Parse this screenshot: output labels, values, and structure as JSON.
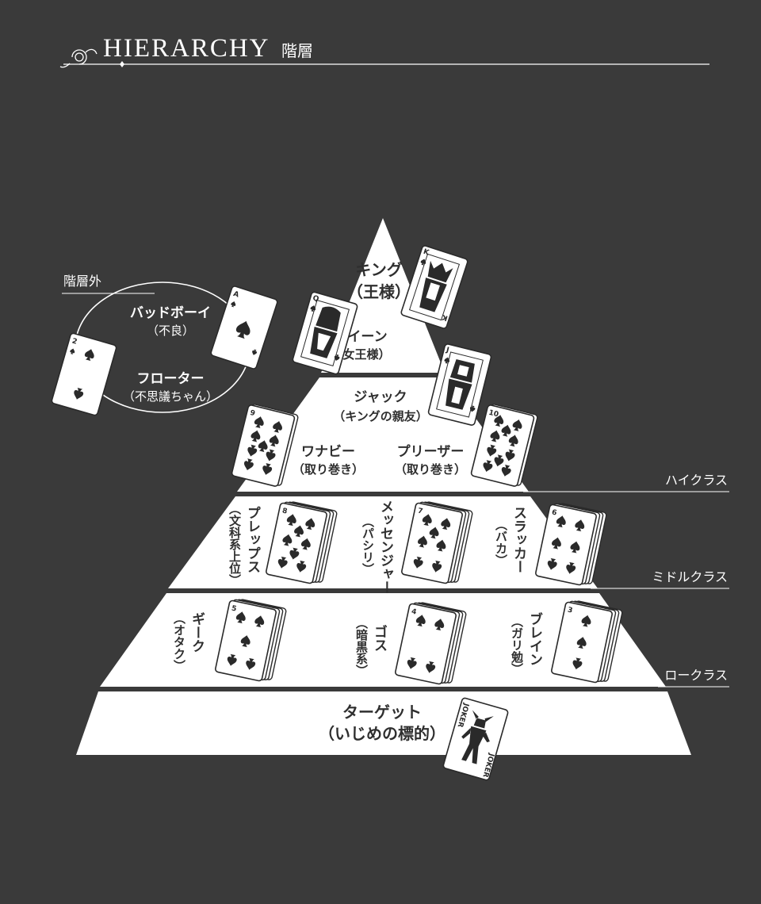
{
  "header": {
    "title": "HIERARCHY",
    "subtitle": "階層"
  },
  "outside": {
    "label": "階層外",
    "badboy": {
      "name": "バッドボーイ",
      "desc": "（不良）"
    },
    "floater": {
      "name": "フローター",
      "desc": "（不思議ちゃん）"
    }
  },
  "tiers": {
    "king": {
      "name": "キング",
      "desc": "（王様）"
    },
    "queen": {
      "name": "クイーン",
      "desc": "（女王様）"
    },
    "jack": {
      "name": "ジャック",
      "desc": "（キングの親友）"
    },
    "wannabe": {
      "name": "ワナビー",
      "desc": "（取り巻き）"
    },
    "pleaser": {
      "name": "プリーザー",
      "desc": "（取り巻き）"
    },
    "preps": {
      "name": "プレップス",
      "desc": "（文科系上位）"
    },
    "messenger": {
      "name": "メッセンジャー",
      "desc": "（パシリ）"
    },
    "slacker": {
      "name": "スラッカー",
      "desc": "（バカ）"
    },
    "geek": {
      "name": "ギーク",
      "desc": "（オタク）"
    },
    "goth": {
      "name": "ゴス",
      "desc": "（暗黒系）"
    },
    "brain": {
      "name": "ブレイン",
      "desc": "（ガリ勉）"
    },
    "target": {
      "name": "ターゲット",
      "desc": "（いじめの標的）"
    }
  },
  "classes": {
    "high": "ハイクラス",
    "middle": "ミドルクラス",
    "low": "ロークラス"
  },
  "cards": {
    "king": {
      "rank": "K"
    },
    "queen": {
      "rank": "Q"
    },
    "jack": {
      "rank": "J"
    },
    "ace": {
      "rank": "A"
    },
    "two": {
      "rank": "2"
    },
    "nine": {
      "rank": "9"
    },
    "ten": {
      "rank": "10"
    },
    "eight": {
      "rank": "8"
    },
    "seven": {
      "rank": "7"
    },
    "six": {
      "rank": "6"
    },
    "five": {
      "rank": "5"
    },
    "four": {
      "rank": "4"
    },
    "three": {
      "rank": "3"
    },
    "joker": {
      "rank": "JOKER"
    }
  },
  "colors": {
    "background": "#3a3a3a",
    "pyramid": "#ffffff",
    "ink": "#2a2a2a"
  }
}
